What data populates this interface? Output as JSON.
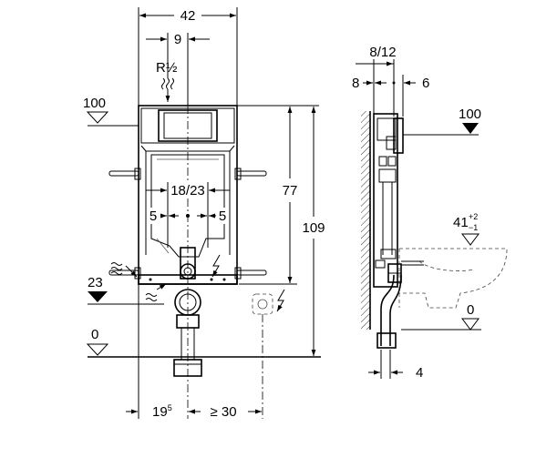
{
  "front_view": {
    "dim_width": "42",
    "dim_pipe_offset": "9",
    "pipe_thread": "R½",
    "level_top": "100",
    "dim_actuator_height": "77",
    "dim_total_height": "109",
    "dim_bolt_spacing": "18/23",
    "dim_left_offset": "5",
    "dim_right_offset": "5",
    "level_connection": "23",
    "level_floor": "0",
    "dim_bottom_left": "19",
    "dim_bottom_left_sup": "5",
    "dim_bottom_right": "≥ 30"
  },
  "side_view": {
    "dim_top": "8/12",
    "dim_left": "8",
    "dim_right": "6",
    "level_top": "100",
    "level_seat": "41",
    "level_seat_tol_plus": "+2",
    "level_seat_tol_minus": "−1",
    "level_floor": "0",
    "dim_bottom": "4"
  }
}
